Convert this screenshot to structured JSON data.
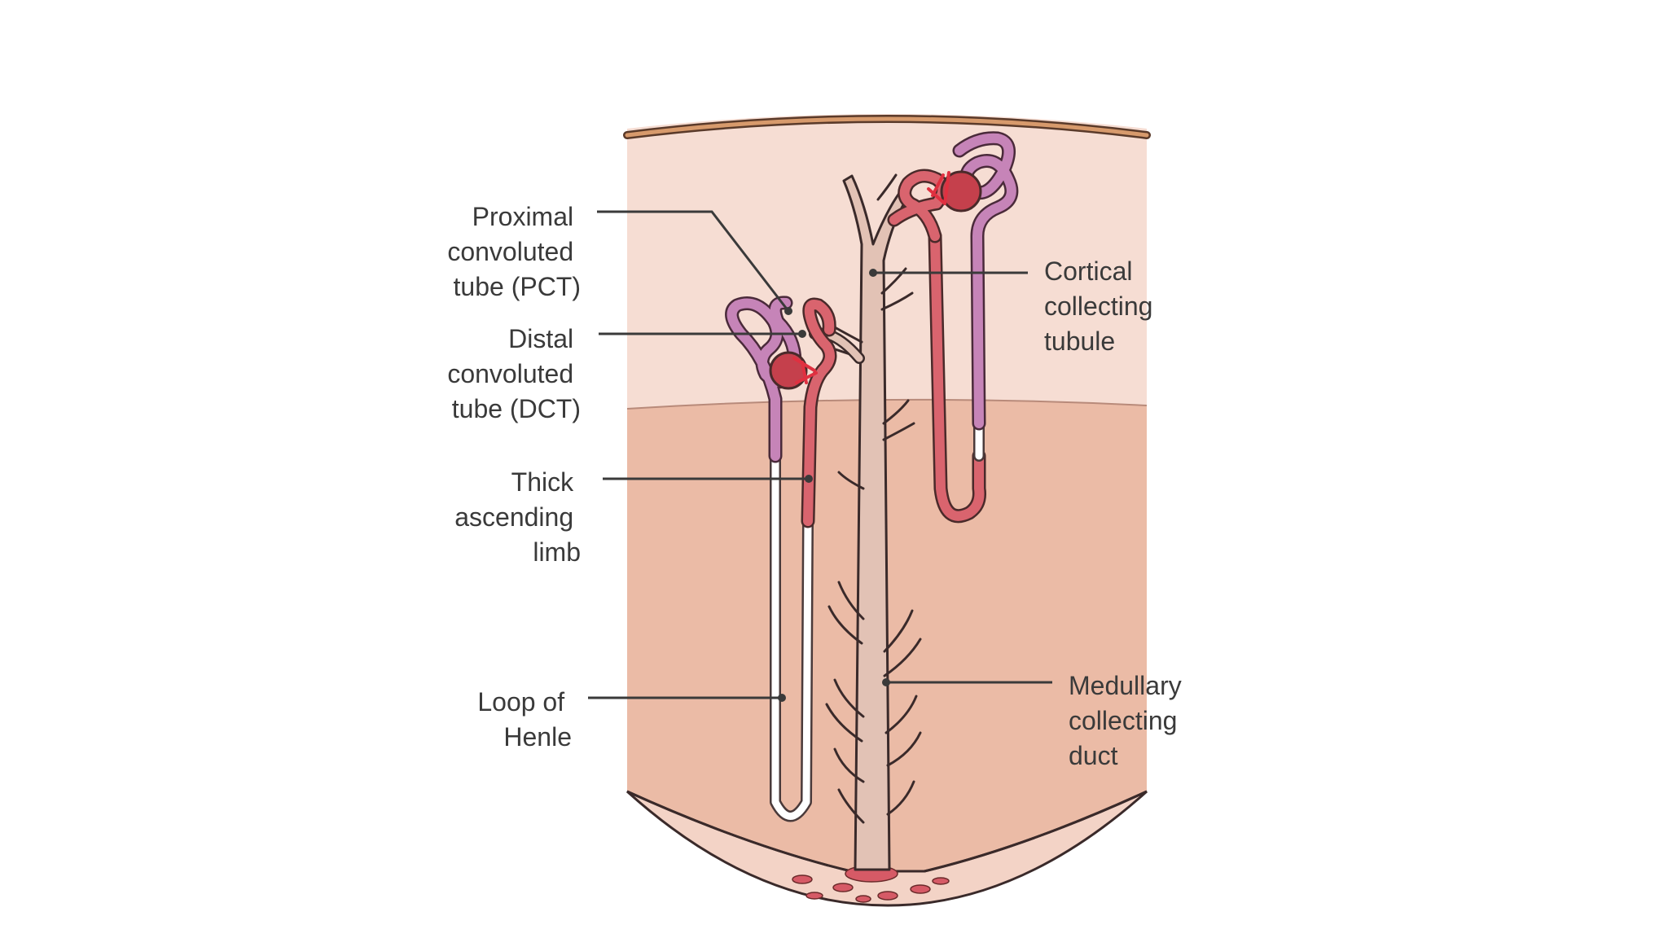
{
  "labels": {
    "pct": [
      "Proximal",
      "convoluted",
      "tube (PCT)"
    ],
    "dct": [
      "Distal",
      "convoluted",
      "tube (DCT)"
    ],
    "thick_ascending_limb": [
      "Thick",
      "ascending",
      "limb"
    ],
    "loop_of_henle": [
      "Loop of",
      "Henle"
    ],
    "cortical_collecting_tubule": [
      "Cortical",
      "collecting",
      "tubule"
    ],
    "medullary_collecting_duct": [
      "Medullary",
      "collecting",
      "duct"
    ]
  },
  "colors": {
    "capsule": "#d79a6c",
    "cortex": "#f6ddd3",
    "medulla": "#ebbba6",
    "pelvis": "#f3d3c6",
    "duct": "#e2c2b5",
    "pct_tubule": "#c684b8",
    "dct_tubule": "#d9646e",
    "glomerulus": "#c5404c",
    "outline": "#3a2a2a"
  }
}
